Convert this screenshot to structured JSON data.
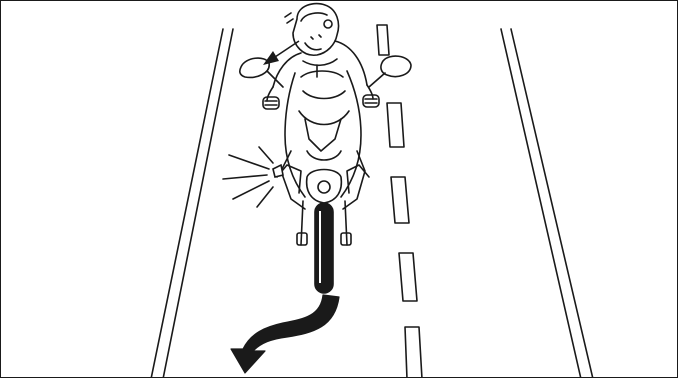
{
  "figure": {
    "subject": "motorcycle-rider-signalling-left-turn",
    "icons": [
      "road-edge-left",
      "road-edge-right",
      "lane-divider-dashes",
      "rider-head-check",
      "left-turn-signal-flashing",
      "turn-direction-arrow"
    ],
    "colors": {
      "stroke": "#1a1a1a",
      "fill": "#ffffff",
      "accent": "#000000"
    },
    "text": []
  }
}
